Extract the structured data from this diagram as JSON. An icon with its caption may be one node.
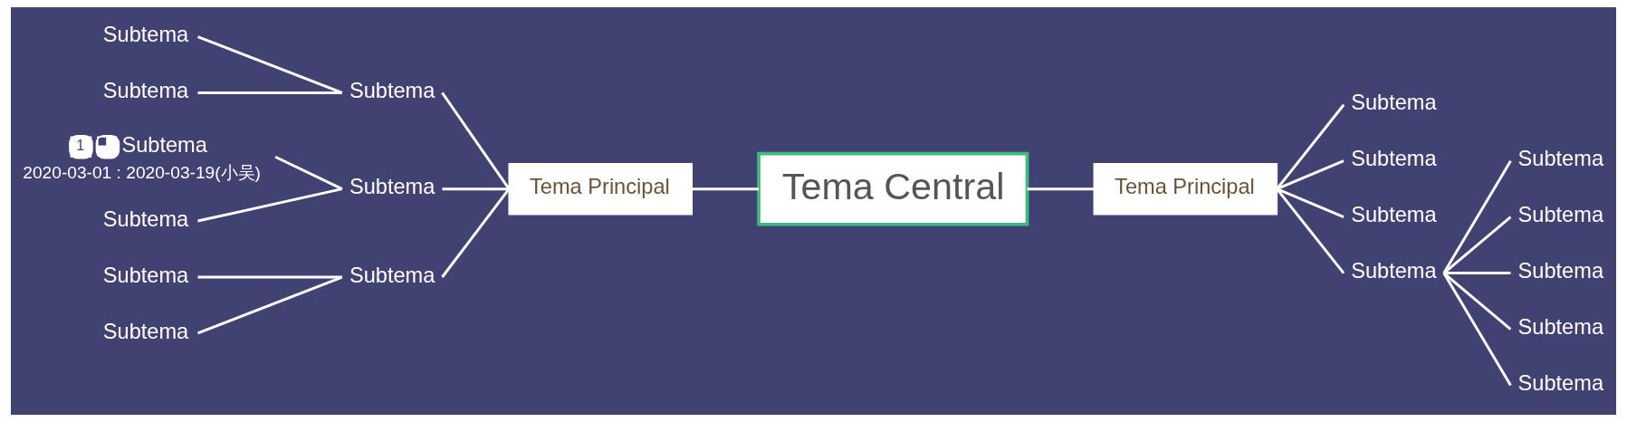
{
  "diagram": {
    "nodes": [
      {
        "text": [
          "Tema Central"
        ]
      },
      {
        "text": [
          "Tema Principal"
        ]
      },
      {
        "text": [
          "Subtema"
        ]
      },
      {
        "text": [
          "Subtema"
        ]
      },
      {
        "text": [
          "Subtema"
        ]
      },
      {
        "text": [
          "Subtema"
        ]
      },
      {
        "text": [
          "1",
          "Subtema",
          "2020-03-01 : 2020-03-19(小吴)"
        ]
      },
      {
        "text": [
          "Subtema"
        ]
      },
      {
        "text": [
          "Subtema"
        ]
      },
      {
        "text": [
          "Subtema"
        ]
      },
      {
        "text": [
          "Subtema"
        ]
      },
      {
        "text": [
          "Tema Principal"
        ]
      },
      {
        "text": [
          "Subtema"
        ]
      },
      {
        "text": [
          "Subtema"
        ]
      },
      {
        "text": [
          "Subtema"
        ]
      },
      {
        "text": [
          "Subtema"
        ]
      },
      {
        "text": [
          "Subtema"
        ]
      },
      {
        "text": [
          "Subtema"
        ]
      },
      {
        "text": [
          "Subtema"
        ]
      },
      {
        "text": [
          "Subtema"
        ]
      },
      {
        "text": [
          "Subtema"
        ]
      }
    ],
    "edges": [
      {
        "from": 0,
        "to": 1,
        "arrow": "none"
      },
      {
        "from": 1,
        "to": 2,
        "arrow": "none"
      },
      {
        "from": 2,
        "to": 3,
        "arrow": "none"
      },
      {
        "from": 2,
        "to": 4,
        "arrow": "none"
      },
      {
        "from": 1,
        "to": 5,
        "arrow": "none"
      },
      {
        "from": 5,
        "to": 6,
        "arrow": "none"
      },
      {
        "from": 5,
        "to": 7,
        "arrow": "none"
      },
      {
        "from": 1,
        "to": 8,
        "arrow": "none"
      },
      {
        "from": 8,
        "to": 9,
        "arrow": "none"
      },
      {
        "from": 8,
        "to": 10,
        "arrow": "none"
      },
      {
        "from": 0,
        "to": 11,
        "arrow": "none"
      },
      {
        "from": 11,
        "to": 12,
        "arrow": "none"
      },
      {
        "from": 11,
        "to": 13,
        "arrow": "none"
      },
      {
        "from": 11,
        "to": 14,
        "arrow": "none"
      },
      {
        "from": 11,
        "to": 15,
        "arrow": "none"
      },
      {
        "from": 15,
        "to": 16,
        "arrow": "none"
      },
      {
        "from": 15,
        "to": 17,
        "arrow": "none"
      },
      {
        "from": 15,
        "to": 18,
        "arrow": "none"
      },
      {
        "from": 15,
        "to": 19,
        "arrow": "none"
      },
      {
        "from": 15,
        "to": 20,
        "arrow": "none"
      }
    ]
  }
}
